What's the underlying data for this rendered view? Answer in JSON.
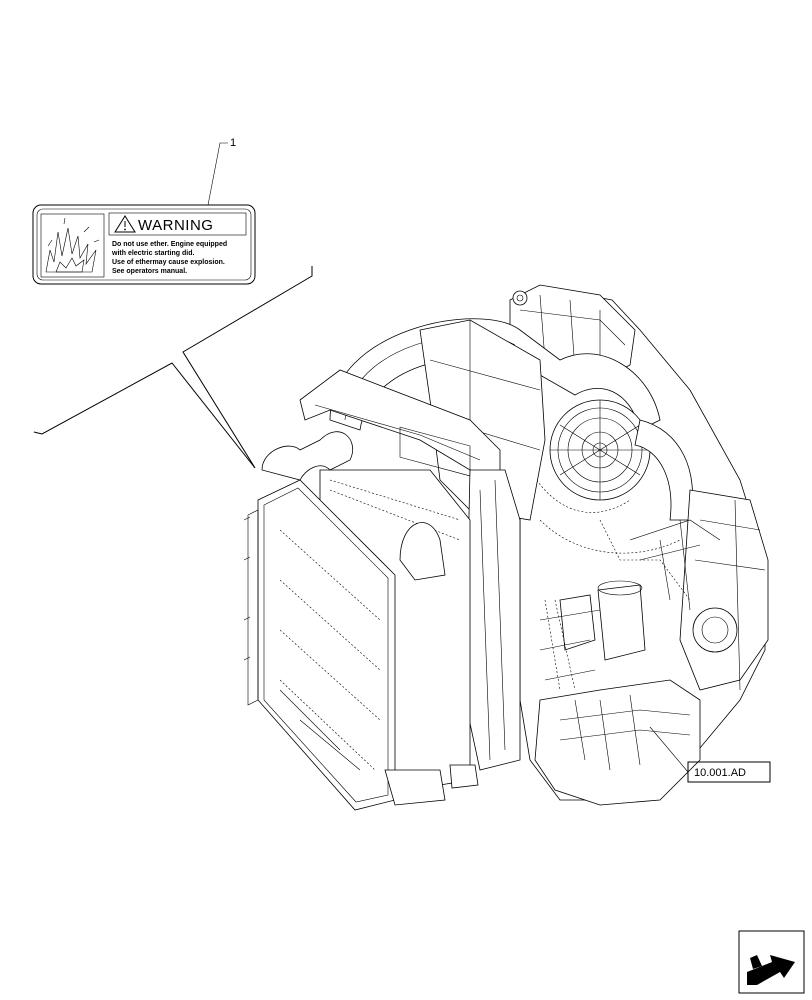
{
  "callout_item_number": "1",
  "decal": {
    "heading": "WARNING",
    "lines": [
      "Do not use ether. Engine equipped",
      "with electric starting did.",
      "Use of ethermay cause explosion.",
      "See operators manual."
    ]
  },
  "reference_label": "10.001.AD",
  "icons": {
    "decal_symbol": "explosion-icon",
    "nav_symbol": "next-page-arrow-icon"
  }
}
